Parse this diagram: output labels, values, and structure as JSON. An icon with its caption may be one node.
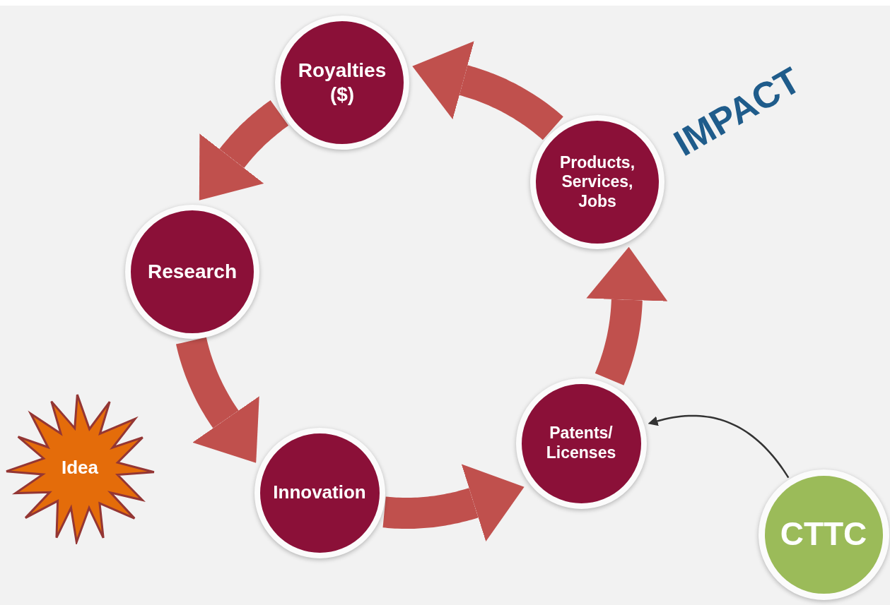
{
  "diagram": {
    "nodes": [
      {
        "text": [
          "Royalties ($)"
        ]
      },
      {
        "text": [
          "Products, Services, Jobs"
        ]
      },
      {
        "text": [
          "Research"
        ]
      },
      {
        "text": [
          "Patents/ Licenses"
        ]
      },
      {
        "text": [
          "Innovation"
        ]
      },
      {
        "text": [
          "Idea"
        ]
      },
      {
        "text": [
          "CTTC"
        ]
      }
    ],
    "edges": [
      {
        "from": 0,
        "to": 2,
        "arrow": "to"
      },
      {
        "from": 2,
        "to": 4,
        "arrow": "to"
      },
      {
        "from": 4,
        "to": 3,
        "arrow": "to"
      },
      {
        "from": 3,
        "to": 1,
        "arrow": "to"
      },
      {
        "from": 1,
        "to": 0,
        "arrow": "to"
      },
      {
        "from": 6,
        "to": 3,
        "arrow": "to",
        "color": "#333333"
      }
    ],
    "labels": [
      "IMPACT"
    ]
  }
}
